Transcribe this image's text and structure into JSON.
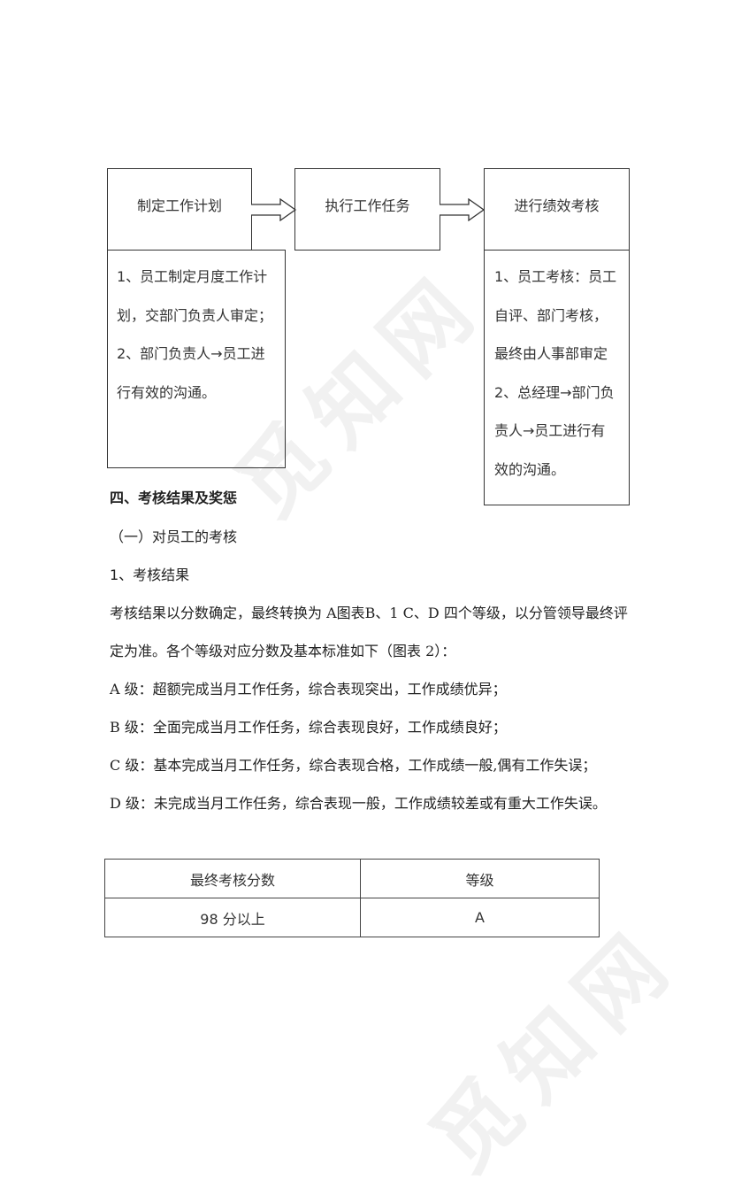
{
  "flowchart": {
    "steps": [
      {
        "title": "制定工作计划",
        "details": [
          "1、员工制定月度工作计",
          "划，交部门负责人审定；",
          "2、部门负责人→员工进",
          "行有效的沟通。"
        ]
      },
      {
        "title": "执行工作任务"
      },
      {
        "title": "进行绩效考核",
        "details": [
          "1、员工考核：员工",
          "自评、部门考核，",
          "最终由人事部审定",
          "2、总经理→部门负",
          "责人→员工进行有",
          "效的沟通。"
        ]
      }
    ],
    "arrows": [
      "right-arrow-icon",
      "right-arrow-icon"
    ]
  },
  "section": {
    "heading": "四、考核结果及奖惩",
    "subheading": "（一）对员工的考核",
    "item_title": "1、考核结果",
    "paragraph_line1": "考核结果以分数确定，最终转换为 A图表B、1 C、D 四个等级，以分管领导最终评",
    "paragraph_line2": "定为准。各个等级对应分数及基本标准如下（图表 2）：",
    "grades": [
      "A 级：超额完成当月工作任务，综合表现突出，工作成绩优异；",
      "B 级：全面完成当月工作任务，综合表现良好，工作成绩良好；",
      "C 级：基本完成当月工作任务，综合表现合格，工作成绩一般,偶有工作失误；",
      "D 级：未完成当月工作任务，综合表现一般，工作成绩较差或有重大工作失误。"
    ]
  },
  "table": {
    "headers": [
      "最终考核分数",
      "等级"
    ],
    "rows": [
      [
        "98 分以上",
        "A"
      ]
    ]
  },
  "watermark": {
    "text": "觅知网"
  }
}
